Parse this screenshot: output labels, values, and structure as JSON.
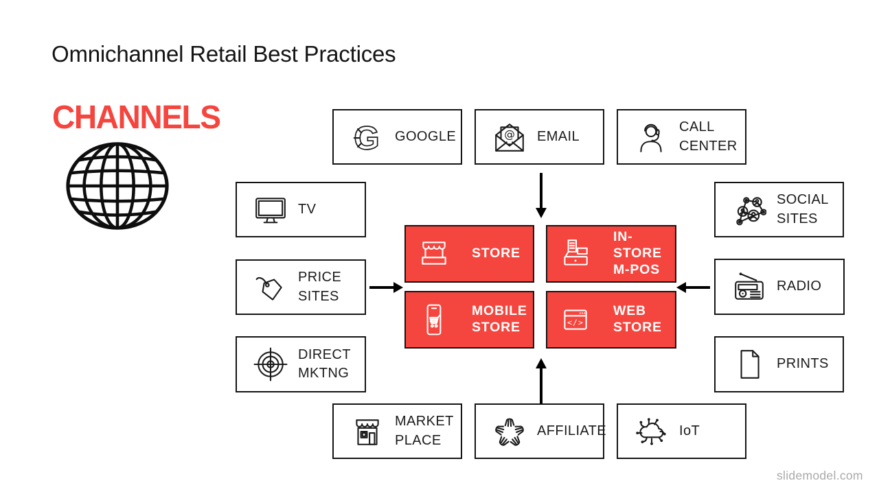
{
  "slide": {
    "title": "Omnichannel Retail Best Practices",
    "watermark": "slidemodel.com"
  },
  "channels_panel": {
    "heading": "CHANNELS",
    "icon": "globe-icon"
  },
  "colors": {
    "accent_red": "#F4453E",
    "ink": "#161616",
    "watermark_gray": "#A9A9A9"
  },
  "glyphs": {
    "google_g": "G",
    "email_at": "@",
    "web_code": "</>"
  },
  "channel_boxes": {
    "google": {
      "label": "GOOGLE",
      "icon": "google-icon"
    },
    "email": {
      "label": "EMAIL",
      "icon": "email-icon"
    },
    "call_center": {
      "label": "CALL\nCENTER",
      "icon": "headset-agent-icon"
    },
    "tv": {
      "label": "TV",
      "icon": "tv-icon"
    },
    "price_sites": {
      "label": "PRICE\nSITES",
      "icon": "price-tag-icon"
    },
    "direct_mktng": {
      "label": "DIRECT\nMKTNG",
      "icon": "target-icon"
    },
    "social_sites": {
      "label": "SOCIAL\nSITES",
      "icon": "social-network-icon"
    },
    "radio": {
      "label": "RADIO",
      "icon": "radio-icon"
    },
    "prints": {
      "label": "PRINTS",
      "icon": "document-icon"
    },
    "market_place": {
      "label": "MARKET\nPLACE",
      "icon": "storefront-icon"
    },
    "affiliate": {
      "label": "AFFILIATE",
      "icon": "hands-together-icon"
    },
    "iot": {
      "label": "IoT",
      "icon": "iot-cloud-icon"
    }
  },
  "core_boxes": {
    "store": {
      "label": "STORE",
      "icon": "market-stall-icon"
    },
    "in_store_mpos": {
      "label": "IN-\nSTORE\nM-POS",
      "icon": "cash-register-icon"
    },
    "mobile_store": {
      "label": "MOBILE\nSTORE",
      "icon": "mobile-cart-icon"
    },
    "web_store": {
      "label": "WEB\nSTORE",
      "icon": "web-code-icon"
    }
  }
}
